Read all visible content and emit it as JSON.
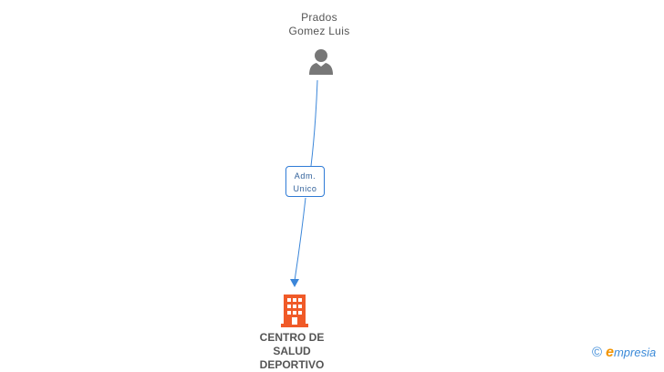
{
  "person": {
    "name_line1": "Prados",
    "name_line2": "Gomez Luis",
    "icon": "person-icon"
  },
  "relation": {
    "role_line1": "Adm.",
    "role_line2": "Unico"
  },
  "company": {
    "name_line1": "CENTRO DE",
    "name_line2": "SALUD",
    "name_line3": "DEPORTIVO",
    "icon": "building-icon"
  },
  "watermark": {
    "copyright_symbol": "©",
    "brand_initial": "e",
    "brand_rest": "mpresia"
  },
  "colors": {
    "edge": "#3b86d9",
    "person_icon": "#777777",
    "company_icon": "#f05a28",
    "text": "#555555"
  }
}
